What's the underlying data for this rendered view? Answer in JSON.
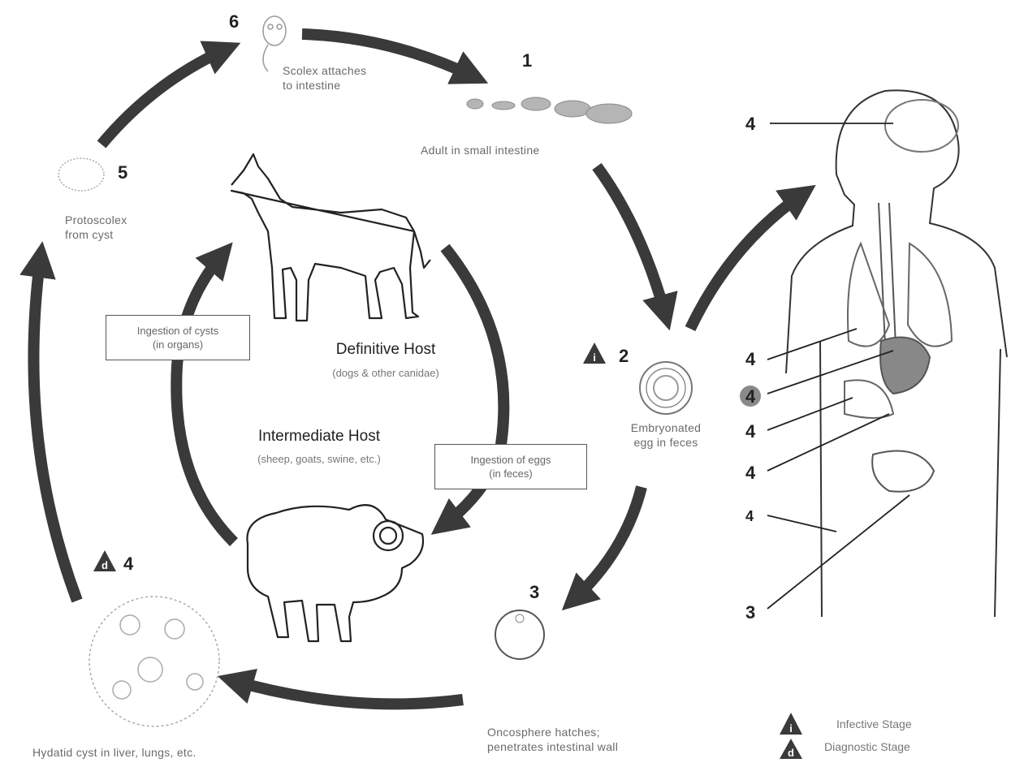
{
  "stages": {
    "s1": {
      "number": "1",
      "caption": "Adult in small intestine"
    },
    "s2": {
      "number": "2",
      "caption_line1": "Embryonated",
      "caption_line2": "egg in feces"
    },
    "s3": {
      "number": "3",
      "caption_line1": "Oncosphere hatches;",
      "caption_line2": "penetrates intestinal wall"
    },
    "s4": {
      "number": "4",
      "caption": "Hydatid cyst in liver, lungs, etc."
    },
    "s5": {
      "number": "5",
      "caption_line1": "Protoscolex",
      "caption_line2": "from cyst"
    },
    "s6": {
      "number": "6",
      "caption_line1": "Scolex attaches",
      "caption_line2": "to intestine"
    }
  },
  "hosts": {
    "definitive_title": "Definitive Host",
    "definitive_sub": "(dogs & other canidae)",
    "intermediate_title": "Intermediate Host",
    "intermediate_sub": "(sheep, goats, swine, etc.)"
  },
  "boxes": {
    "cysts_line1": "Ingestion of cysts",
    "cysts_line2": "(in organs)",
    "eggs_line1": "Ingestion of eggs",
    "eggs_line2": "(in feces)"
  },
  "human_labels": {
    "brain": "4",
    "lung": "4",
    "heart": "4",
    "liver": "4",
    "kidney": "4",
    "bone": "4",
    "peritoneum": "3"
  },
  "legend": {
    "infective_glyph": "i",
    "infective_label": "Infective Stage",
    "diagnostic_glyph": "d",
    "diagnostic_label": "Diagnostic Stage"
  },
  "colors": {
    "arrow": "#3a3a3a",
    "icon": "#3a3a3a",
    "highlight": "#8a8a8a"
  }
}
